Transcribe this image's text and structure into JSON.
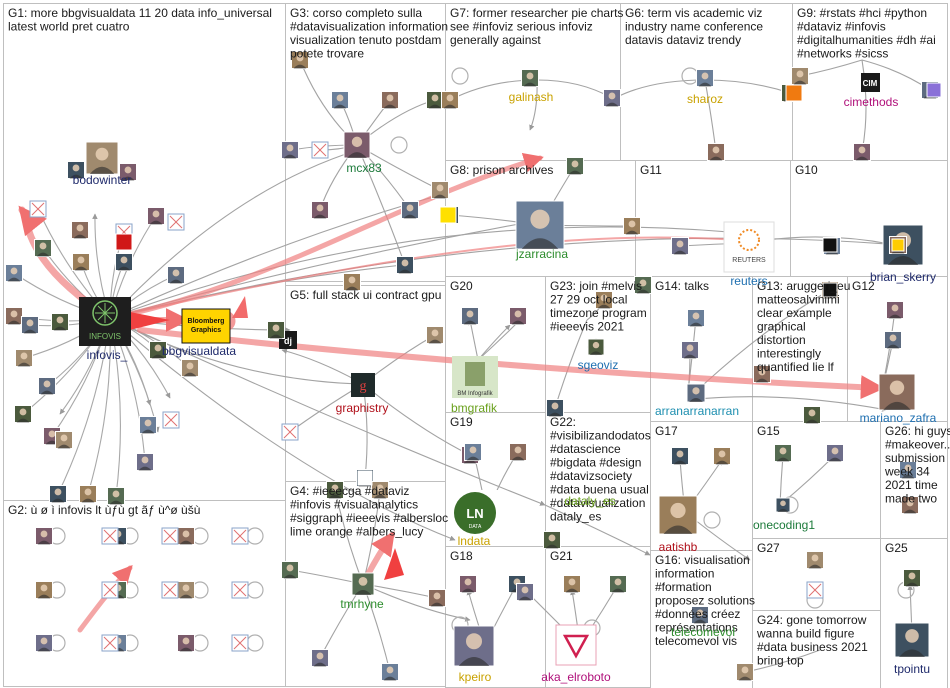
{
  "groups": [
    {
      "id": "G1",
      "lines": [
        "G1: more bbgvisualdata 11 20 data info_universal",
        "latest world pret cuatro"
      ]
    },
    {
      "id": "G2",
      "lines": [
        "G2: ù ø ì infovis lt ùƒù gt ãƒ ù^ø ùšù"
      ]
    },
    {
      "id": "G3",
      "lines": [
        "G3: corso completo sulla",
        "#datavisualization information",
        "visualization tenuto postdam",
        "potete trovare"
      ]
    },
    {
      "id": "G4",
      "lines": [
        "G4: #ieeecga #dataviz",
        "#infovis #visualanalytics",
        "#siggraph #ieeevis #albersloc",
        "lime orange #albers_lucy"
      ]
    },
    {
      "id": "G5",
      "lines": [
        "G5: full stack ui contract gpu"
      ]
    },
    {
      "id": "G6",
      "lines": [
        "G6: term vis academic viz",
        "industry name conference",
        "datavis dataviz trendy"
      ]
    },
    {
      "id": "G7",
      "lines": [
        "G7: former researcher pie charts",
        "see #infoviz serious infoviz",
        "generally against"
      ]
    },
    {
      "id": "G8",
      "lines": [
        "G8: prison archives"
      ]
    },
    {
      "id": "G9",
      "lines": [
        "G9: #rstats #hci #python",
        "#dataviz #infovis",
        "#digitalhumanities #dh #ai",
        "#networks #sicss"
      ]
    },
    {
      "id": "G10",
      "lines": [
        "G10"
      ]
    },
    {
      "id": "G11",
      "lines": [
        "G11"
      ]
    },
    {
      "id": "G12",
      "lines": [
        "G12"
      ]
    },
    {
      "id": "G13",
      "lines": [
        "G13: aruggeri_eu",
        "matteosalvinimi",
        "clear example",
        "graphical",
        "distortion",
        "interestingly",
        "quantified lie lf"
      ]
    },
    {
      "id": "G14",
      "lines": [
        "G14: talks"
      ]
    },
    {
      "id": "G15",
      "lines": [
        "G15"
      ]
    },
    {
      "id": "G16",
      "lines": [
        "G16: visualisation",
        "information",
        "#formation",
        "proposez solutions",
        "#données créez",
        "représentations",
        "telecomevol vis"
      ]
    },
    {
      "id": "G17",
      "lines": [
        "G17"
      ]
    },
    {
      "id": "G18",
      "lines": [
        "G18"
      ]
    },
    {
      "id": "G19",
      "lines": [
        "G19"
      ]
    },
    {
      "id": "G20",
      "lines": [
        "G20"
      ]
    },
    {
      "id": "G21",
      "lines": [
        "G21"
      ]
    },
    {
      "id": "G22",
      "lines": [
        "G22:",
        "#visibilizandodatos",
        "#datascience",
        "#bigdata #design",
        "#datavizsociety",
        "#data buena usual",
        "#datavisualization",
        "dataly_es"
      ]
    },
    {
      "id": "G23",
      "lines": [
        "G23: join #melvis",
        "27 29 oct local",
        "timezone program",
        "#ieeevis 2021"
      ]
    },
    {
      "id": "G24",
      "lines": [
        "G24: gone tomorrow",
        "wanna build figure",
        "#data business 2021",
        "bring top"
      ]
    },
    {
      "id": "G25",
      "lines": [
        "G25"
      ]
    },
    {
      "id": "G26",
      "lines": [
        "G26: hi guys",
        "#makeover...",
        "submission",
        "week 34",
        "2021 time",
        "made two"
      ]
    },
    {
      "id": "G27",
      "lines": [
        "G27"
      ]
    }
  ],
  "nodes": [
    {
      "id": "infovis_",
      "label": "infovis_",
      "label_color": "#1f2a6b",
      "icon": "infovis-logo"
    },
    {
      "id": "bbgvisualdata",
      "label": "bbgvisualdata",
      "label_color": "#1f2a6b",
      "icon": "bloomberg-graphics-logo"
    },
    {
      "id": "bodowinter",
      "label": "bodowinter",
      "label_color": "#1f2a6b",
      "icon": "profile-photo"
    },
    {
      "id": "mcx83",
      "label": "mcx83",
      "label_color": "#1c7a3a",
      "icon": "profile-photo"
    },
    {
      "id": "galinash",
      "label": "galinash",
      "label_color": "#c9a200",
      "icon": "profile-photo"
    },
    {
      "id": "sharoz",
      "label": "sharoz",
      "label_color": "#c9a200",
      "icon": "profile-photo"
    },
    {
      "id": "cimethods",
      "label": "cimethods",
      "label_color": "#b0107a",
      "icon": "cim-logo"
    },
    {
      "id": "jzarracina",
      "label": "jzarracina",
      "label_color": "#2c8c2c",
      "icon": "profile-photo"
    },
    {
      "id": "reuters",
      "label": "reuters",
      "label_color": "#1e6fb0",
      "icon": "reuters-logo"
    },
    {
      "id": "brian_skerry",
      "label": "brian_skerry",
      "label_color": "#1f2a6b",
      "icon": "profile-photo"
    },
    {
      "id": "graphistry",
      "label": "graphistry",
      "label_color": "#b0101a",
      "icon": "graphistry-logo"
    },
    {
      "id": "bmgrafik",
      "label": "bmgrafik",
      "label_color": "#6aa11d",
      "icon": "bm-infografik-logo"
    },
    {
      "id": "sgeoviz",
      "label": "sgeoviz",
      "label_color": "#1e6fb0",
      "icon": "profile-photo"
    },
    {
      "id": "arranarranarran",
      "label": "arranarranarran",
      "label_color": "#1e8fb0",
      "icon": "profile-photo"
    },
    {
      "id": "mariano_zafra",
      "label": "mariano_zafra",
      "label_color": "#1e6fb0",
      "icon": "profile-photo"
    },
    {
      "id": "lndata",
      "label": "lndata",
      "label_color": "#c9a200",
      "icon": "ln-data-logo"
    },
    {
      "id": "aatishb",
      "label": "aatishb",
      "label_color": "#b0101a",
      "icon": "profile-photo"
    },
    {
      "id": "onecoding1",
      "label": "onecoding1",
      "label_color": "#1c7a3a",
      "icon": "profile-photo"
    },
    {
      "id": "tmrhyne",
      "label": "tmrhyne",
      "label_color": "#2c8c2c",
      "icon": "profile-photo"
    },
    {
      "id": "kpeiro",
      "label": "kpeiro",
      "label_color": "#c9a200",
      "icon": "profile-photo"
    },
    {
      "id": "aka_elroboto",
      "label": "aka_elroboto",
      "label_color": "#b0107a",
      "icon": "robot-logo"
    },
    {
      "id": "tpointu",
      "label": "tpointu",
      "label_color": "#1f2a6b",
      "icon": "profile-photo"
    },
    {
      "id": "dataly_es",
      "label": "dataly_es",
      "label_color": "#6aa11d",
      "icon": "profile-photo"
    },
    {
      "id": "telecomevol",
      "label": "telecomevol",
      "label_color": "#2c8c2c",
      "icon": "profile-photo"
    }
  ],
  "logo_text": {
    "infovis": "INFOVIS",
    "bloomberg": [
      "Bloomberg",
      "Graphics"
    ],
    "reuters": "REUTERS",
    "cim": "CIM",
    "bm": "BM Infografik",
    "ln": "LN",
    "ln_sub": "DATA",
    "dj": "dj"
  },
  "colors": {
    "group_border": "#bfbfbf",
    "edge_gray": "#9a9a9a",
    "edge_red": "#f08080",
    "label_blue": "#1f2a6b"
  }
}
